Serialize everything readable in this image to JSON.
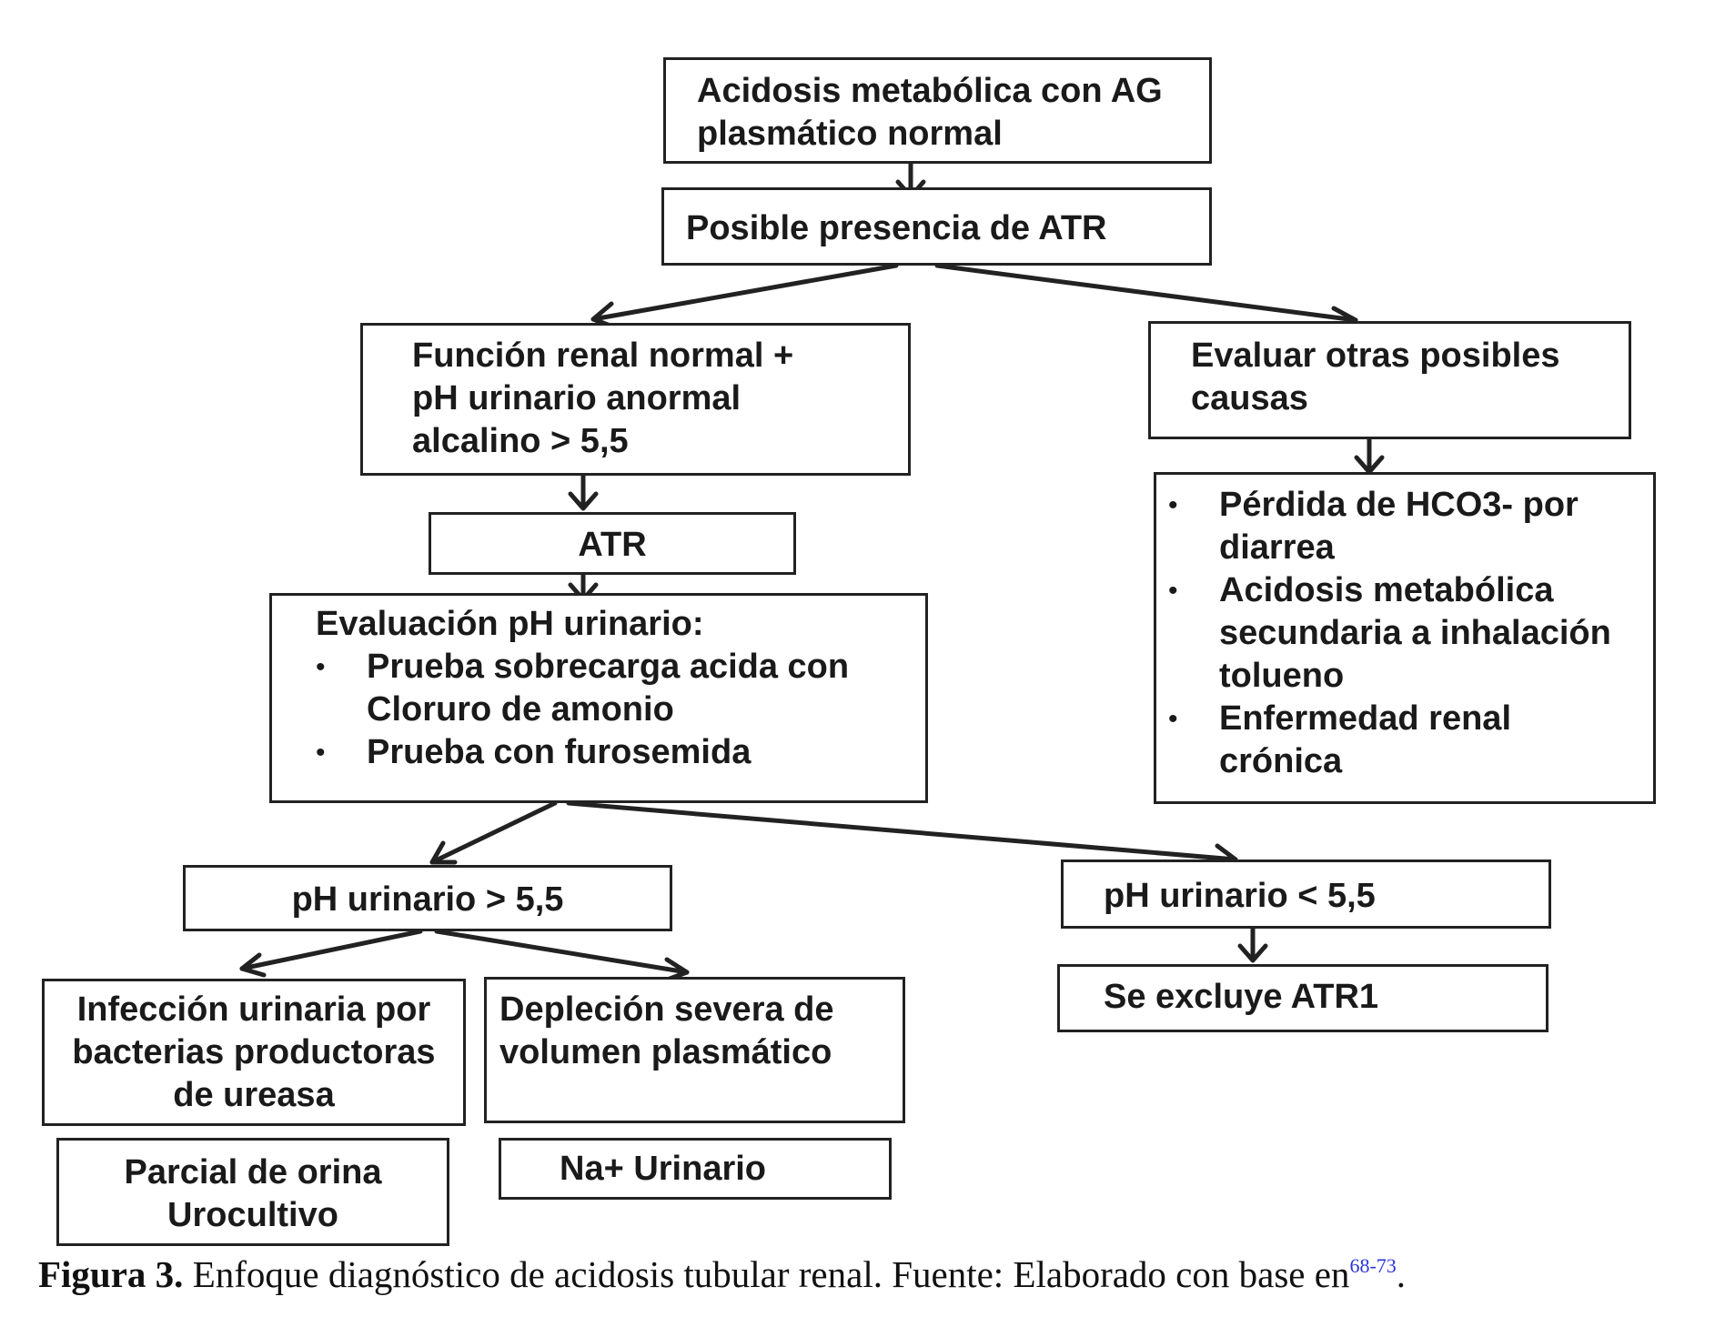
{
  "nodes": {
    "acidosis": [
      "Acidosis metabólica con AG",
      "plasmático normal"
    ],
    "posible_atr": [
      "Posible presencia de ATR"
    ],
    "funcion_renal": [
      "Función renal normal +",
      "pH urinario anormal",
      "alcalino > 5,5"
    ],
    "evaluar_otras": [
      "Evaluar  otras posibles",
      "causas"
    ],
    "otras_causas": [
      [
        "Pérdida de HCO3- por",
        "diarrea"
      ],
      [
        "Acidosis metabólica",
        "secundaria a inhalación",
        "tolueno"
      ],
      [
        "Enfermedad renal",
        "crónica"
      ]
    ],
    "atr": [
      "ATR"
    ],
    "evaluacion_ph": {
      "title": "Evaluación pH urinario:",
      "items": [
        [
          "Prueba sobrecarga acida con",
          "Cloruro de amonio"
        ],
        [
          "Prueba con furosemida"
        ]
      ]
    },
    "ph_mayor": [
      "pH urinario > 5,5"
    ],
    "ph_menor": [
      "pH urinario < 5,5"
    ],
    "infeccion": [
      "Infección urinaria por",
      "bacterias productoras",
      "de ureasa"
    ],
    "deplecion": [
      "Depleción severa de",
      "volumen plasmático"
    ],
    "excluye": [
      "Se excluye ATR1"
    ],
    "parcial": [
      "Parcial de orina",
      "Urocultivo"
    ],
    "na_urinario": [
      "Na+ Urinario"
    ]
  },
  "bullet_symbol": "•",
  "caption": {
    "label": "Figura 3.",
    "text": " Enfoque diagnóstico de acidosis tubular renal. Fuente: Elaborado con base en",
    "refs": "68-73",
    "end": "."
  }
}
